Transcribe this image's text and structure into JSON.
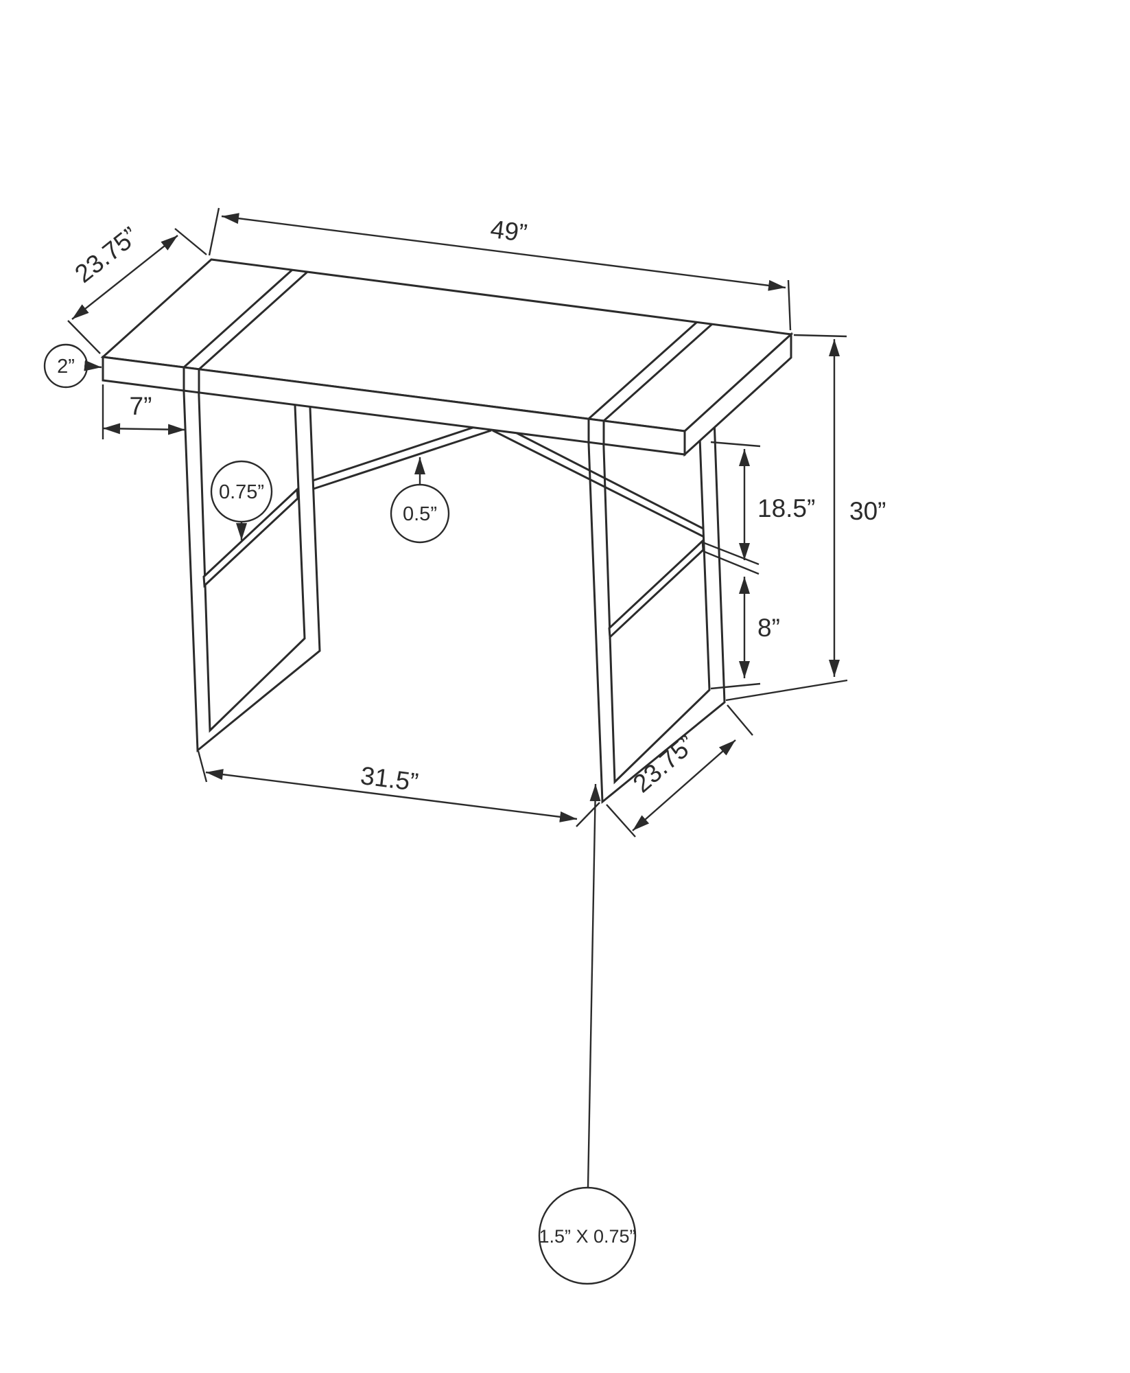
{
  "diagram_title": "Desk dimension line drawing",
  "colors": {
    "line": "#2b2b2b",
    "background": "#ffffff"
  },
  "labels": {
    "top_length": "49”",
    "top_depth": "23.75”",
    "top_thickness": "2”",
    "end_overhang": "7”",
    "shelf_thickness": "0.75”",
    "brace_thickness": "0.5”",
    "upper_section_height": "18.5”",
    "overall_height": "30”",
    "lower_section_height": "8”",
    "leg_span": "31.5”",
    "base_depth": "23.75”",
    "frame_tube_size": "1.5” X 0.75”"
  }
}
